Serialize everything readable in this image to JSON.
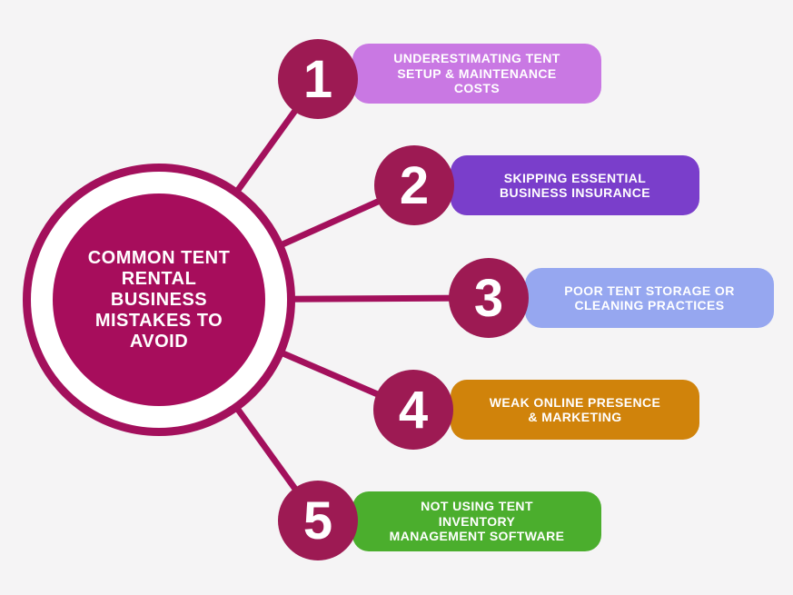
{
  "background_color": "#f5f4f5",
  "connector_color": "#a3105c",
  "number_circle_color": "#9d1a53",
  "hub": {
    "fill_color": "#a70d5c",
    "ring_color": "#a3105c",
    "text_color": "#ffffff",
    "lines": [
      "COMMON TENT",
      "RENTAL",
      "BUSINESS",
      "MISTAKES TO",
      "AVOID"
    ],
    "title": "COMMON TENT RENTAL BUSINESS MISTAKES TO AVOID"
  },
  "items": [
    {
      "number": "1",
      "label": "UNDERESTIMATING TENT SETUP & MAINTENANCE COSTS",
      "lines": [
        "UNDERESTIMATING TENT",
        "SETUP & MAINTENANCE",
        "COSTS"
      ],
      "color": "#c978e3"
    },
    {
      "number": "2",
      "label": "SKIPPING ESSENTIAL BUSINESS INSURANCE",
      "lines": [
        "SKIPPING ESSENTIAL",
        "BUSINESS INSURANCE"
      ],
      "color": "#7a3ecb"
    },
    {
      "number": "3",
      "label": "POOR TENT STORAGE OR CLEANING PRACTICES",
      "lines": [
        "POOR TENT STORAGE OR",
        "CLEANING PRACTICES"
      ],
      "color": "#96a7f0"
    },
    {
      "number": "4",
      "label": "WEAK ONLINE PRESENCE & MARKETING",
      "lines": [
        "WEAK ONLINE PRESENCE",
        "& MARKETING"
      ],
      "color": "#d0830b"
    },
    {
      "number": "5",
      "label": "NOT USING TENT INVENTORY MANAGEMENT SOFTWARE",
      "lines": [
        "NOT USING TENT",
        "INVENTORY",
        "MANAGEMENT SOFTWARE"
      ],
      "color": "#4bae2d"
    }
  ]
}
